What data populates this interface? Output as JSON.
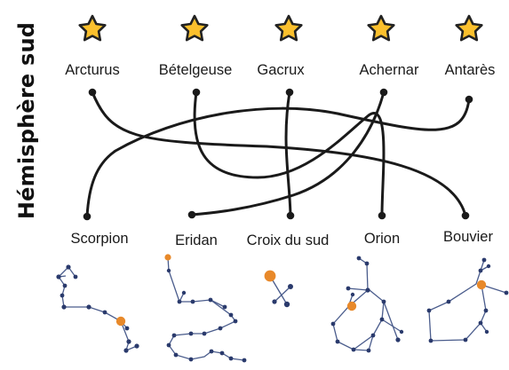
{
  "title": "Hémisphère sud",
  "stars": [
    "Arcturus",
    "Bételgeuse",
    "Gacrux",
    "Achernar",
    "Antarès"
  ],
  "constellations": [
    "Scorpion",
    "Eridan",
    "Croix du sud",
    "Orion",
    "Bouvier"
  ],
  "icons": {
    "star": "star-icon",
    "constellation": "constellation-figure"
  },
  "colors": {
    "star_fill": "#FBC02D",
    "star_outline": "#222222",
    "line": "#1a1a1a",
    "constellation_line": "#4a5c8c",
    "constellation_dot": "#2a3a6c",
    "bright_star": "#E8892A"
  }
}
